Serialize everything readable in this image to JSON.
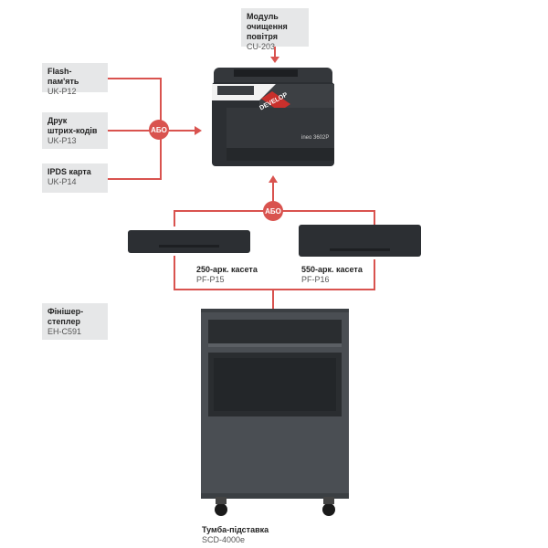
{
  "colors": {
    "accent": "#d9534f",
    "label_bg": "#e6e7e8",
    "device": "#4a4e53",
    "device_dark": "#2c2f33"
  },
  "or_label": "АБО",
  "air_module": {
    "title_lines": [
      "Модуль",
      "очищення",
      "повітря"
    ],
    "code": "CU-203"
  },
  "flash": {
    "title": "Flash-пам'ять",
    "code": "UK-P12"
  },
  "barcode": {
    "title_lines": [
      "Друк",
      "штрих-кодів"
    ],
    "code": "UK-P13"
  },
  "ipds": {
    "title": "IPDS карта",
    "code": "UK-P14"
  },
  "printer": {
    "brand": "DEVELOP",
    "model": "ineo 3602P"
  },
  "cassette_250": {
    "title": "250-арк. касета",
    "code": "PF-P15"
  },
  "cassette_550": {
    "title": "550-арк. касета",
    "code": "PF-P16"
  },
  "finisher": {
    "title_lines": [
      "Фінішер-",
      "степлер"
    ],
    "code": "EH-C591"
  },
  "stand": {
    "title": "Тумба-підставка",
    "code": "SCD-4000e"
  }
}
